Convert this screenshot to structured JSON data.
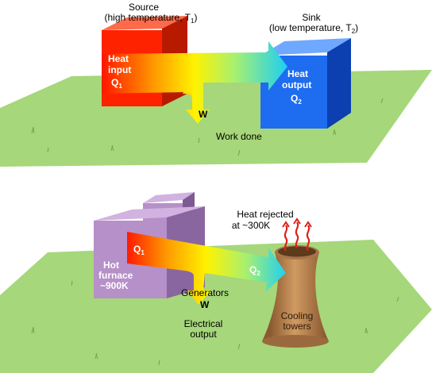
{
  "top": {
    "source": {
      "title": "Source",
      "subtitle_prefix": "(high temperature, T",
      "subtitle_sub": "1",
      "subtitle_suffix": ")"
    },
    "sink": {
      "title": "Sink",
      "subtitle_prefix": "(low temperature, T",
      "subtitle_sub": "2",
      "subtitle_suffix": ")"
    },
    "heat_input": {
      "line1": "Heat",
      "line2": "input",
      "q": "Q",
      "q_sub": "1"
    },
    "heat_output": {
      "line1": "Heat",
      "line2": "output",
      "q": "Q",
      "q_sub": "2"
    },
    "work_symbol": "W",
    "work_label": "Work done"
  },
  "bottom": {
    "heat_rejected": {
      "line1": "Heat rejected",
      "line2": "at ~300K"
    },
    "furnace": {
      "line1": "Hot",
      "line2": "furnace",
      "line3": "~900K"
    },
    "q1": {
      "q": "Q",
      "q_sub": "1"
    },
    "q2": {
      "q": "Q",
      "q_sub": "2"
    },
    "generators": "Generators",
    "work_symbol": "W",
    "electrical": {
      "line1": "Electrical",
      "line2": "output"
    },
    "cooling": {
      "line1": "Cooling",
      "line2": "towers"
    }
  },
  "colors": {
    "grass": "#a6d77a",
    "source_front": "#ff2200",
    "sink_front": "#1e6cf0",
    "furnace": "#b690c8",
    "tower": "#c08a55",
    "arrow_hot": "#ff1a00",
    "arrow_warm": "#ffee00",
    "arrow_cool": "#2ad6f0",
    "steam": "#e0201a"
  }
}
